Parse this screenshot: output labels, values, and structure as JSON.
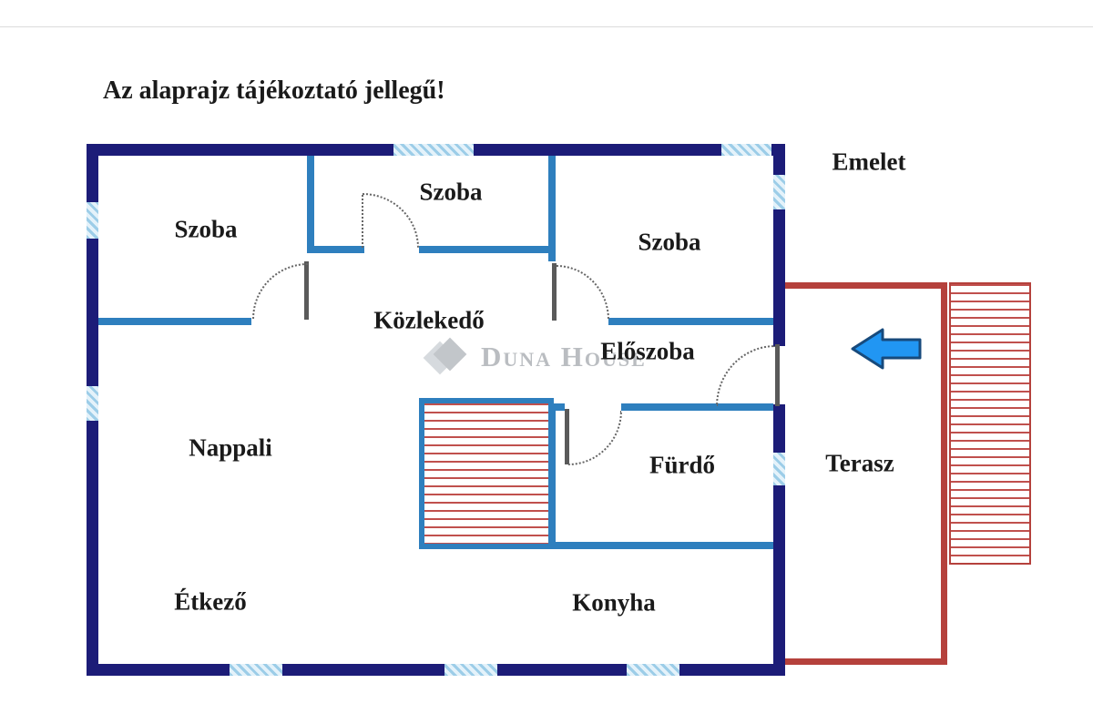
{
  "disclaimer": "Az alaprajz tájékoztató jellegű!",
  "floor_label": "Emelet",
  "watermark": {
    "brand": "Duna House"
  },
  "rooms": {
    "szoba_left": "Szoba",
    "szoba_top": "Szoba",
    "szoba_right": "Szoba",
    "kozlekedo": "Közlekedő",
    "eloszoba": "Előszoba",
    "nappali": "Nappali",
    "furdo": "Fürdő",
    "etkezo": "Étkező",
    "konyha": "Konyha",
    "terasz": "Terasz"
  },
  "colors": {
    "outer_wall": "#1c1c78",
    "inner_wall": "#2e7fbe",
    "window_stripe_dark": "#9ccde8",
    "window_stripe_light": "#e4f2fa",
    "terrace_border": "#b5413c",
    "stair_line": "#c0504d",
    "arrow_fill": "#2196f3",
    "arrow_stroke": "#174a7c",
    "door_leaf": "#5a5a5a",
    "arc_dots": "#666666",
    "text": "#1a1a1a",
    "watermark": "#a9adb2"
  }
}
